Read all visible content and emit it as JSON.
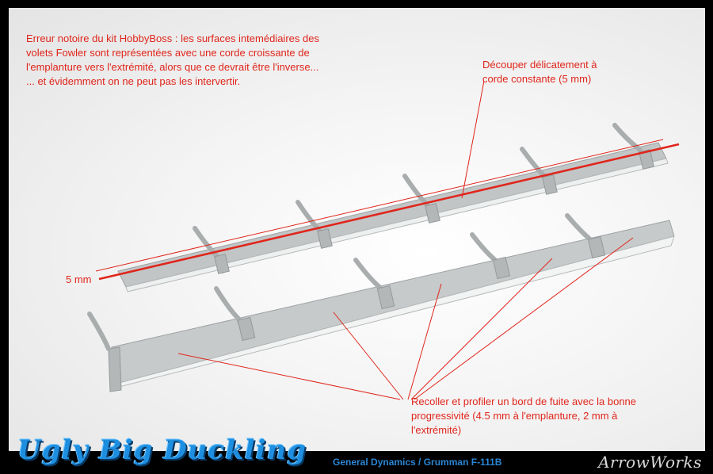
{
  "annotations": {
    "main_note": "Erreur notoire du kit HobbyBoss : les surfaces intemédiaires des\nvolets Fowler sont représentées avec une corde croissante de\nl'emplanture vers l'extrémité, alors que ce devrait être l'inverse...\n... et évidemment on ne peut pas les intervertir.",
    "cut_note": "Découper délicatement à\ncorde constante (5 mm)",
    "dimension_label": "5 mm",
    "trailing_edge_note": "Recoller et profiler un bord de fuite avec la bonne\nprogressivité (4.5 mm à l'emplanture, 2 mm à\nl'extrémité)"
  },
  "footer": {
    "title": "Ugly Big Duckling",
    "aircraft": "General  Dynamics / Grumman   F-111B",
    "brand": "ArrowWorks"
  },
  "colors": {
    "annotation_red": "#e0251b",
    "title_blue": "#1e8fe0",
    "part_grey": "#b9bcbd"
  }
}
